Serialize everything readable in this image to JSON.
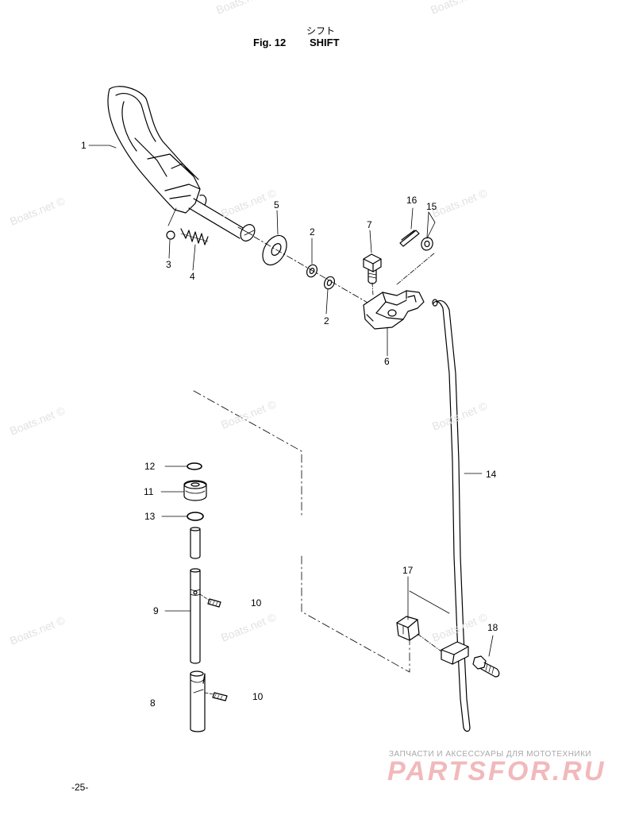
{
  "header": {
    "japanese_title": "シフト",
    "fig_label": "Fig. 12",
    "title": "SHIFT"
  },
  "callouts": [
    {
      "id": "c1",
      "text": "1"
    },
    {
      "id": "c2a",
      "text": "2"
    },
    {
      "id": "c2b",
      "text": "2"
    },
    {
      "id": "c3",
      "text": "3"
    },
    {
      "id": "c4",
      "text": "4"
    },
    {
      "id": "c5",
      "text": "5"
    },
    {
      "id": "c6",
      "text": "6"
    },
    {
      "id": "c7",
      "text": "7"
    },
    {
      "id": "c8",
      "text": "8"
    },
    {
      "id": "c9",
      "text": "9"
    },
    {
      "id": "c10a",
      "text": "10"
    },
    {
      "id": "c10b",
      "text": "10"
    },
    {
      "id": "c11",
      "text": "11"
    },
    {
      "id": "c12",
      "text": "12"
    },
    {
      "id": "c13",
      "text": "13"
    },
    {
      "id": "c14",
      "text": "14"
    },
    {
      "id": "c15",
      "text": "15"
    },
    {
      "id": "c16",
      "text": "16"
    },
    {
      "id": "c17",
      "text": "17"
    },
    {
      "id": "c18",
      "text": "18"
    }
  ],
  "watermark": "Boats.net ©",
  "branding": {
    "tagline": "ЗАПЧАСТИ И АКСЕССУАРЫ ДЛЯ МОТОТЕХНИКИ",
    "logo_text": "PARTSFOR.RU"
  },
  "page_number": "-25-"
}
